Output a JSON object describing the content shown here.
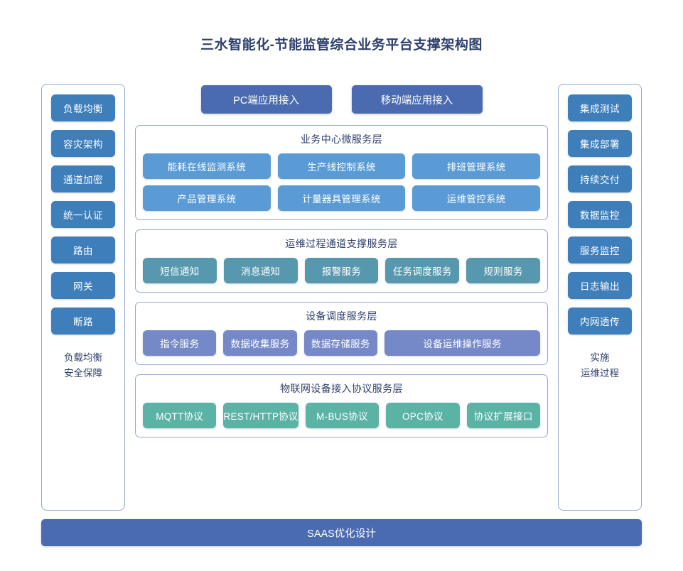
{
  "title": "三水智能化-节能监管综合业务平台支撑架构图",
  "colors": {
    "title_text": "#2e3f6b",
    "access_bar": "#4a6bb0",
    "side_button": "#3d7ebb",
    "business_node": "#5b9bd5",
    "channel_node": "#5798ae",
    "device_node": "#7589c8",
    "iot_node": "#5bb3a5",
    "panel_border": "#93a9cf",
    "saas_bar": "#4a6bb0"
  },
  "left_panel": {
    "items": [
      {
        "label": "负载均衡"
      },
      {
        "label": "容灾架构"
      },
      {
        "label": "通道加密"
      },
      {
        "label": "统一认证"
      },
      {
        "label": "路由"
      },
      {
        "label": "网关"
      },
      {
        "label": "断路"
      }
    ],
    "footer_line1": "负载均衡",
    "footer_line2": "安全保障"
  },
  "right_panel": {
    "items": [
      {
        "label": "集成测试"
      },
      {
        "label": "集成部署"
      },
      {
        "label": "持续交付"
      },
      {
        "label": "数据监控"
      },
      {
        "label": "服务监控"
      },
      {
        "label": "日志输出"
      },
      {
        "label": "内网透传"
      }
    ],
    "footer_line1": "实施",
    "footer_line2": "运维过程"
  },
  "access": {
    "items": [
      {
        "label": "PC端应用接入"
      },
      {
        "label": "移动端应用接入"
      }
    ]
  },
  "layers": [
    {
      "title": "业务中心微服务层",
      "rows": [
        [
          {
            "label": "能耗在线监测系统"
          },
          {
            "label": "生产线控制系统"
          },
          {
            "label": "排班管理系统"
          }
        ],
        [
          {
            "label": "产品管理系统"
          },
          {
            "label": "计量器具管理系统"
          },
          {
            "label": "运维管控系统"
          }
        ]
      ]
    },
    {
      "title": "运维过程通道支撑服务层",
      "rows": [
        [
          {
            "label": "短信通知"
          },
          {
            "label": "消息通知"
          },
          {
            "label": "报警服务"
          },
          {
            "label": "任务调度服务"
          },
          {
            "label": "规则服务"
          }
        ]
      ]
    },
    {
      "title": "设备调度服务层",
      "rows": [
        [
          {
            "label": "指令服务"
          },
          {
            "label": "数据收集服务"
          },
          {
            "label": "数据存储服务"
          },
          {
            "label": "设备运维操作服务",
            "wide": true
          }
        ]
      ]
    },
    {
      "title": "物联网设备接入协议服务层",
      "rows": [
        [
          {
            "label": "MQTT协议"
          },
          {
            "label": "REST/HTTP协议"
          },
          {
            "label": "M-BUS协议"
          },
          {
            "label": "OPC协议"
          },
          {
            "label": "协议扩展接口"
          }
        ]
      ]
    }
  ],
  "footer": {
    "saas_label": "SAAS优化设计"
  }
}
